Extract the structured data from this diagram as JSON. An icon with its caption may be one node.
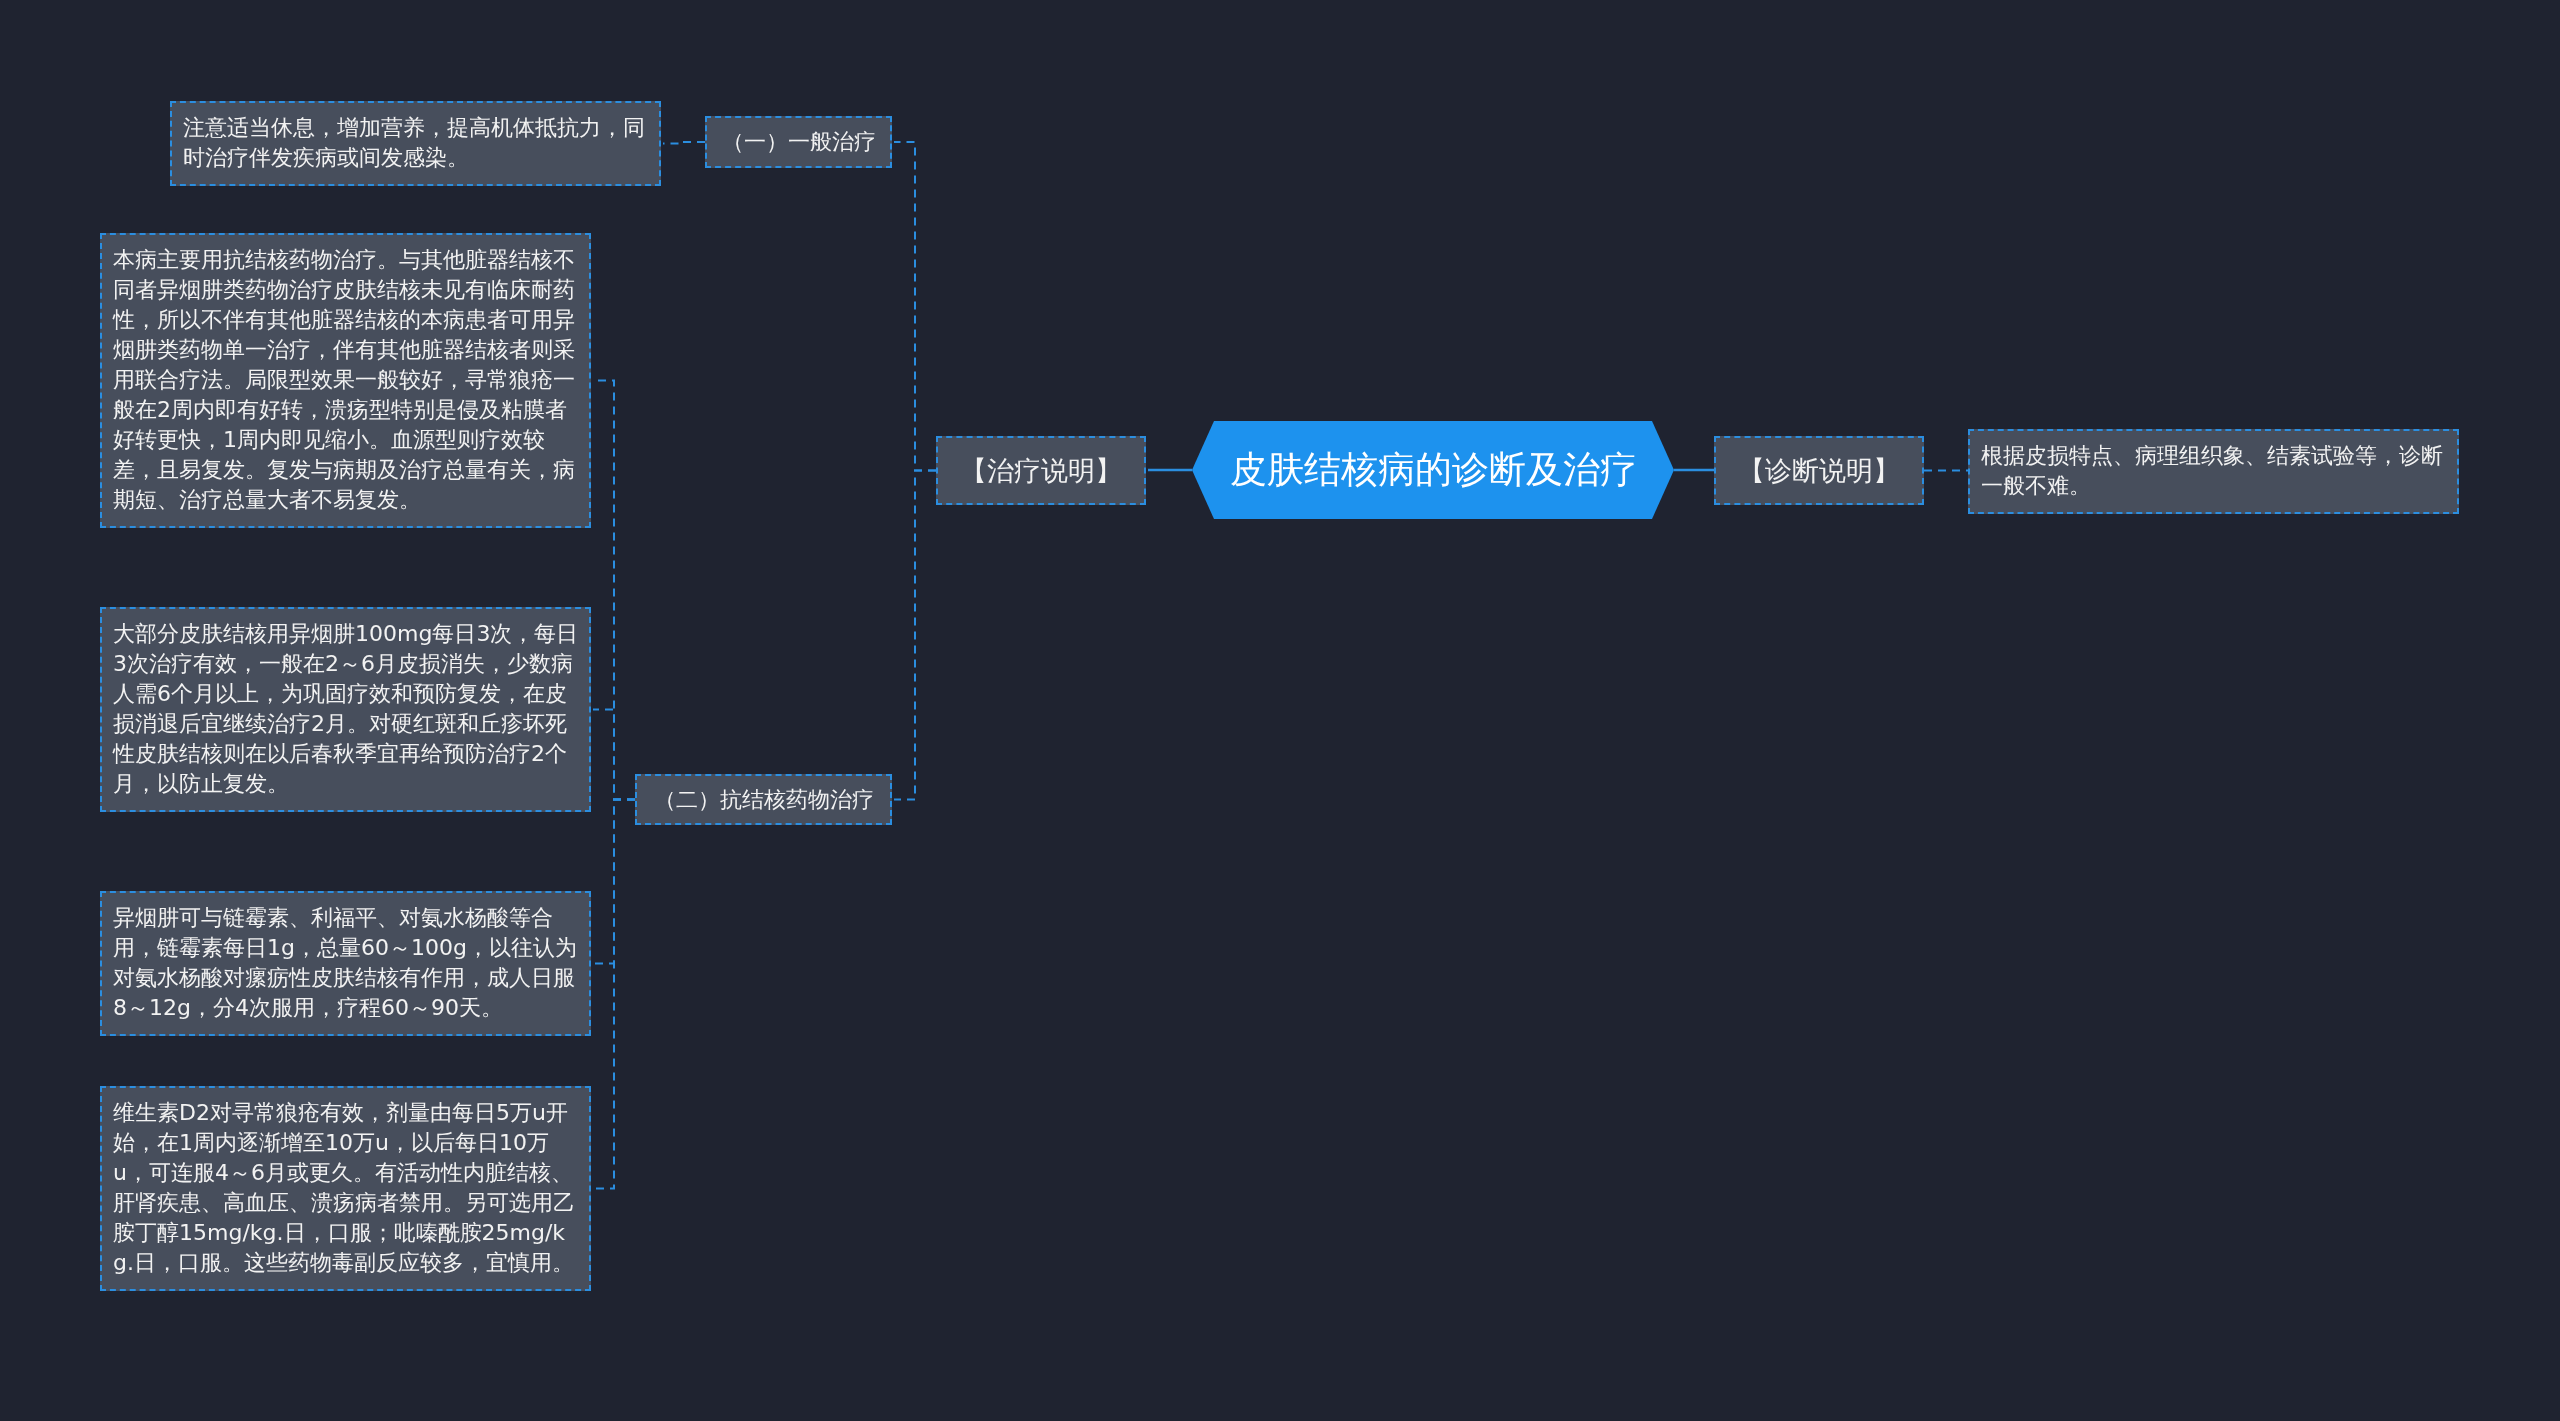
{
  "diagram": {
    "nodes": [
      {
        "text": [
          "皮肤结核病的诊断及治疗"
        ]
      },
      {
        "text": [
          "【治疗说明】"
        ]
      },
      {
        "text": [
          "（一）一般治疗"
        ]
      },
      {
        "text": [
          "注意适当休息，增加营养，提高机体抵抗力，同时治疗伴发疾病或间发感染。"
        ]
      },
      {
        "text": [
          "（二）抗结核药物治疗"
        ]
      },
      {
        "text": [
          "本病主要用抗结核药物治疗。与其他脏器结核不同者异烟肼类药物治疗皮肤结核未见有临床耐药性，所以不伴有其他脏器结核的本病患者可用异烟肼类药物单一治疗，伴有其他脏器结核者则采用联合疗法。局限型效果一般较好，寻常狼疮一般在2周内即有好转，溃疡型特别是侵及粘膜者好转更快，1周内即见缩小。血源型则疗效较差，且易复发。复发与病期及治疗总量有关，病期短、治疗总量大者不易复发。"
        ]
      },
      {
        "text": [
          "大部分皮肤结核用异烟肼100mg每日3次，每日3次治疗有效，一般在2～6月皮损消失，少数病人需6个月以上，为巩固疗效和预防复发，在皮损消退后宜继续治疗2月。对硬红斑和丘疹坏死性皮肤结核则在以后春秋季宜再给预防治疗2个月，以防止复发。"
        ]
      },
      {
        "text": [
          "异烟肼可与链霉素、利福平、对氨水杨酸等合用，链霉素每日1g，总量60～100g，以往认为对氨水杨酸对瘰疬性皮肤结核有作用，成人日服8～12g，分4次服用，疗程60～90天。"
        ]
      },
      {
        "text": [
          "维生素D2对寻常狼疮有效，剂量由每日5万u开始，在1周内逐渐增至10万u，以后每日10万u，可连服4～6月或更久。有活动性内脏结核、肝肾疾患、高血压、溃疡病者禁用。另可选用乙胺丁醇15mg/kg.日，口服；吡嗪酰胺25mg/kg.日，口服。这些药物毒副反应较多，宜慎用。"
        ]
      },
      {
        "text": [
          "【诊断说明】"
        ]
      },
      {
        "text": [
          "根据皮损特点、病理组织象、结素试验等，诊断一般不难。"
        ]
      }
    ],
    "edges": [
      {
        "from": 0,
        "to": 1,
        "arrow": "none"
      },
      {
        "from": 1,
        "to": 2,
        "arrow": "none",
        "style": "dashed"
      },
      {
        "from": 2,
        "to": 3,
        "arrow": "none",
        "style": "dashed"
      },
      {
        "from": 1,
        "to": 4,
        "arrow": "none",
        "style": "dashed"
      },
      {
        "from": 4,
        "to": 5,
        "arrow": "none",
        "style": "dashed"
      },
      {
        "from": 4,
        "to": 6,
        "arrow": "none",
        "style": "dashed"
      },
      {
        "from": 4,
        "to": 7,
        "arrow": "none",
        "style": "dashed"
      },
      {
        "from": 4,
        "to": 8,
        "arrow": "none",
        "style": "dashed"
      },
      {
        "from": 0,
        "to": 9,
        "arrow": "none"
      },
      {
        "from": 9,
        "to": 10,
        "arrow": "none",
        "style": "dashed"
      }
    ]
  }
}
